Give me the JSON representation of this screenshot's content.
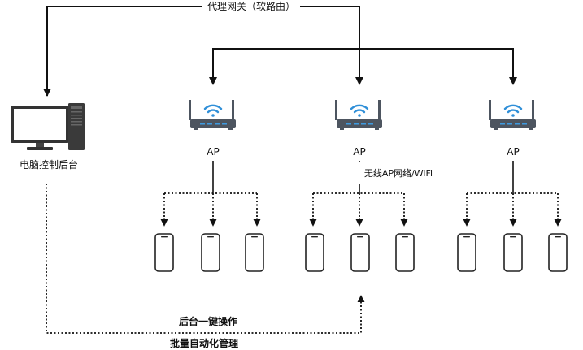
{
  "gateway": {
    "label": "代理网关（软路由）"
  },
  "pc": {
    "label": "电脑控制后台"
  },
  "aps": [
    {
      "label": "AP"
    },
    {
      "label": "AP"
    },
    {
      "label": "AP"
    }
  ],
  "wireless": {
    "label": "无线AP网络/WiFi"
  },
  "bottom": {
    "line1": "后台一键操作",
    "line2": "批量自动化管理"
  },
  "colors": {
    "line": "#111111",
    "router_body": "#4d5560",
    "router_led": "#3f9be0",
    "wifi": "#2f8fd8",
    "phone_outline": "#222222"
  }
}
